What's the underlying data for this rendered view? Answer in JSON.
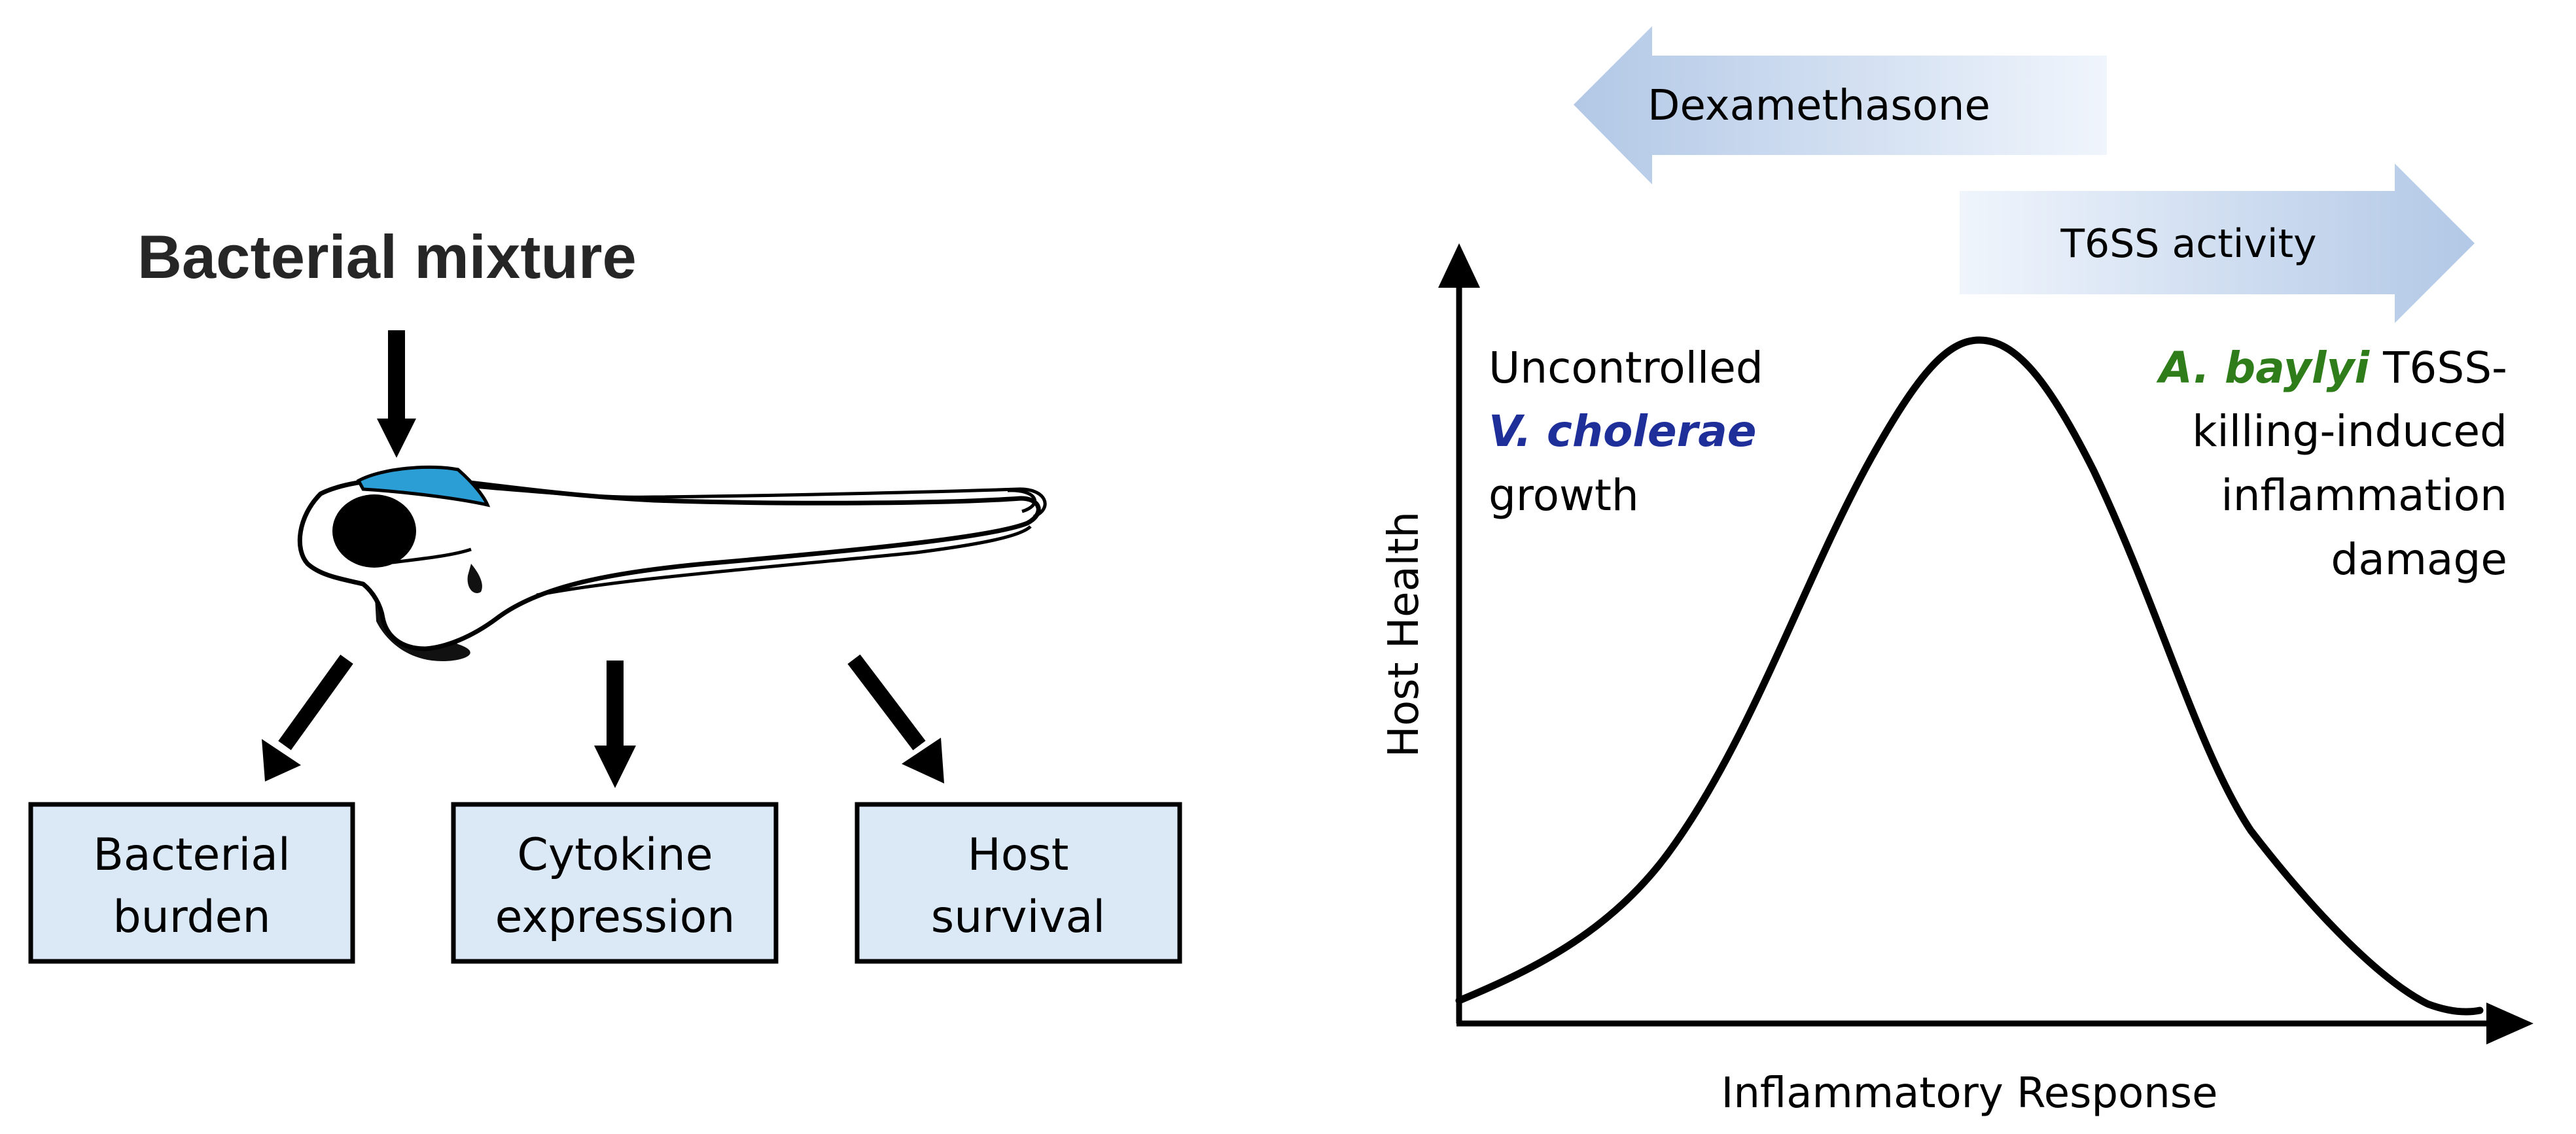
{
  "colors": {
    "ink": "#000000",
    "title_ink": "#262626",
    "box_fill": "#dbe8f6",
    "fish_brain": "#2b9ed6",
    "arrow_fill_strong": "#b2c8e6",
    "arrow_fill_light": "#f0f5fc",
    "cholerae_blue": "#1f2f9a",
    "baylyi_green": "#2e7d1a"
  },
  "left_panel": {
    "title": "Bacterial mixture",
    "fish_icon": "zebrafish-larva-icon",
    "outcomes": [
      {
        "line1": "Bacterial",
        "line2": "burden"
      },
      {
        "line1": "Cytokine",
        "line2": "expression"
      },
      {
        "line1": "Host",
        "line2": "survival"
      }
    ]
  },
  "right_panel": {
    "arrow_left_label": "Dexamethasone",
    "arrow_right_label": "T6SS activity",
    "xlabel": "Inflammatory Response",
    "ylabel": "Host Health",
    "annotation_left": {
      "line1": "Uncontrolled",
      "species": "V. cholerae",
      "line3": "growth"
    },
    "annotation_right": {
      "species": "A. baylyi",
      "line1_rest": " T6SS-",
      "line2": "killing-induced",
      "line3": "inflammation",
      "line4": "damage"
    }
  }
}
